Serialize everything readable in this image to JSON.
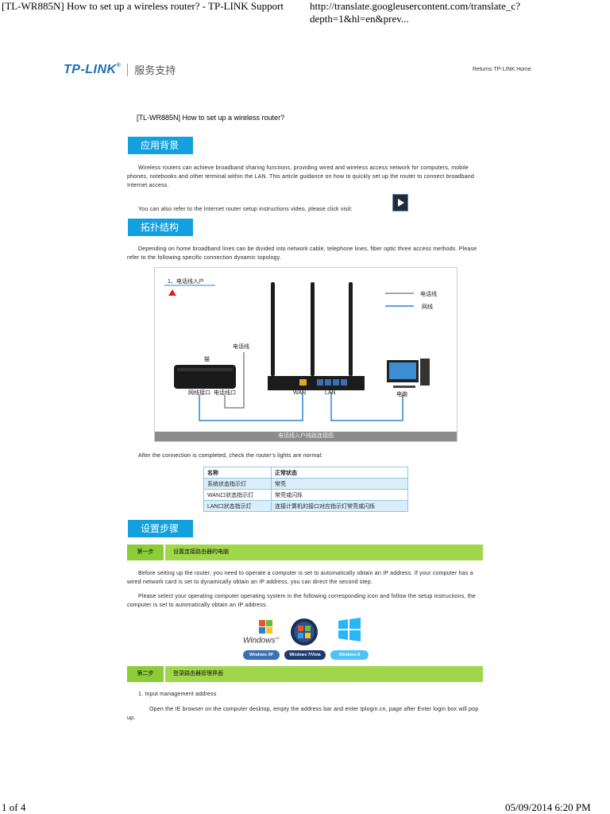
{
  "print_header": {
    "title": "[TL-WR885N] How to set up a wireless router? - TP-LINK Support",
    "url": "http://translate.googleusercontent.com/translate_c?depth=1&hl=en&prev..."
  },
  "brand": {
    "logo": "TP-LINK",
    "reg": "®",
    "subtitle": "服务支持"
  },
  "home_link": "Returns TP-LINK Home",
  "article_title": "[TL-WR885N] How to set up a wireless router?",
  "sections": {
    "background": "应用背景",
    "topology": "拓扑结构",
    "steps": "设置步骤"
  },
  "paragraphs": {
    "intro": "Wireless routers can achieve broadband sharing functions, providing wired and wireless access network for computers, mobile phones, notebooks and other terminal within the LAN. This article guidance on how to quickly set up the router to connect broadband Internet access.",
    "video": "You can also refer to the Internet router setup instructions video, please click visit:",
    "topology": "Depending on home broadband lines can be divided into network cable, telephone lines, fiber optic three access methods. Please refer to the following specific connection dynamic topology.",
    "after": "After the connection is completed, check the router's lights are normal:",
    "step1_a": "Before setting up the router, you need to operate a computer is set to automatically obtain an IP address. If your computer has a wired network card is set to dynamically obtain an IP address, you can direct the second step.",
    "step1_b": "Please select your operating computer operating system in the following corresponding icon and follow the setup instructions, the computer is set to automatically obtain an IP address.",
    "input_heading": "1. Input management address",
    "step2_a": "Open the IE browser on the computer desktop, empty the address bar and enter tplogin.cn, page after Enter login box will pop up."
  },
  "topology_diagram": {
    "heading": "1、电话线入户",
    "legend_phone": "电话线",
    "legend_net": "网线",
    "phone_line_label": "电话线",
    "modem_label": "猫",
    "modem_port1": "网线接口",
    "modem_port2": "电话线口",
    "wan": "WAN",
    "lan": "LAN",
    "pc_label": "电脑",
    "caption": "电话线入户线路连接图",
    "colors": {
      "phone_line": "#888888",
      "net_line": "#2a86d8",
      "arrow": "#e02020"
    }
  },
  "lights_table": {
    "headers": [
      "名称",
      "正常状态"
    ],
    "rows": [
      [
        "系统状态指示灯",
        "常亮"
      ],
      [
        "WAN口状态指示灯",
        "常亮或闪烁"
      ],
      [
        "LAN口状态指示灯",
        "连接计算机的接口对应指示灯常亮或闪烁"
      ]
    ]
  },
  "step1": {
    "tag": "第一步",
    "text": "设置连接路由器的电脑"
  },
  "step2": {
    "tag": "第二步",
    "text": "登录路由器管理界面"
  },
  "os_options": [
    {
      "label": "Windows XP",
      "icon": "windows-xp-icon",
      "color": "#3b6fb6"
    },
    {
      "label": "Windows 7/Vista",
      "icon": "windows-7-icon",
      "color": "#1e3a6e"
    },
    {
      "label": "Windows 8",
      "icon": "windows-8-icon",
      "color": "#4fc3f7"
    }
  ],
  "winxp_logo_text": "Windows",
  "winxp_sup": "xp",
  "print_footer": {
    "page": "1 of 4",
    "date": "05/09/2014 6:20 PM"
  },
  "colors": {
    "section_blue": "#12a0de",
    "step_green": "#9fd64a",
    "brand_blue": "#1b6fb8"
  }
}
